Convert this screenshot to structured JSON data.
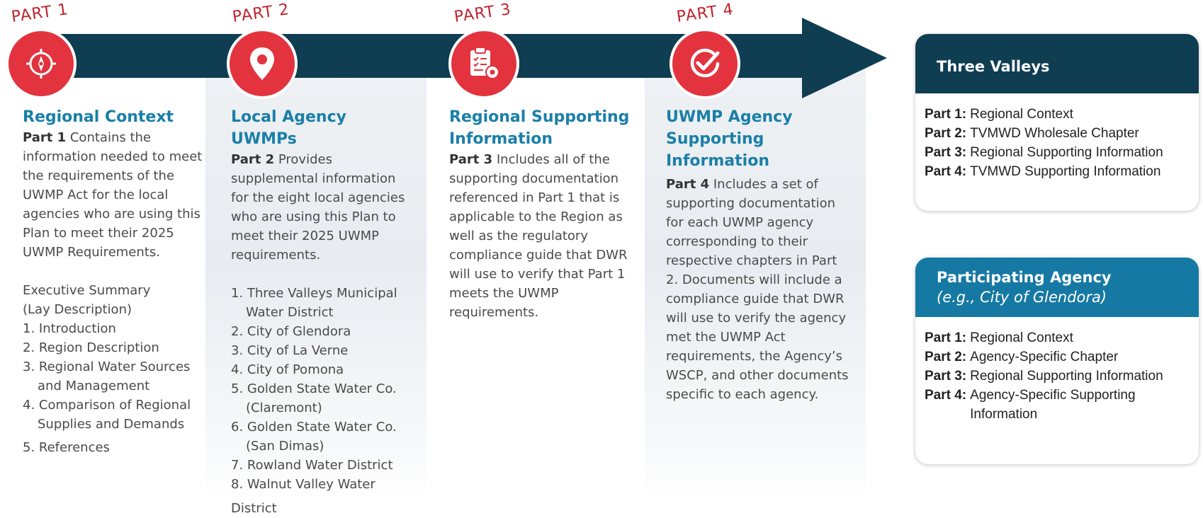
{
  "colors": {
    "arrow": "#0f3d52",
    "circle": "#e2333e",
    "title": "#1a7fa8",
    "label": "#c0232f",
    "box_head_1": "#0f3d52",
    "box_head_2": "#1679a3"
  },
  "parts": [
    {
      "label": "PART 1",
      "icon": "compass-icon",
      "title": "Regional Context",
      "lead": "Part 1",
      "text": " Contains the information needed to meet the requirements of the UWMP Act for the local agencies who are using this Plan to meet their 2025 UWMP Requirements.",
      "list_intro": [
        "Executive Summary",
        "(Lay Description)"
      ],
      "items": [
        "1. Introduction",
        "2. Region Description",
        "3. Regional Water Sources and Management",
        "4. Comparison of Regional Supplies and Demands",
        "5. References"
      ]
    },
    {
      "label": "PART 2",
      "icon": "location-pin-icon",
      "title": "Local Agency UWMPs",
      "lead": "Part 2",
      "text": " Provides supplemental information for the eight local agencies who are using this Plan to meet their 2025 UWMP requirements.",
      "items": [
        "1. Three Valleys Municipal Water District",
        "2. City of Glendora",
        "3. City of La Verne",
        "4. City of Pomona",
        "5. Golden State Water Co. (Claremont)",
        "6. Golden State Water Co. (San Dimas)",
        "7. Rowland Water District",
        "8. Walnut Valley Water"
      ],
      "items_tail": "District"
    },
    {
      "label": "PART 3",
      "icon": "clipboard-gear-icon",
      "title": "Regional Supporting Information",
      "lead": "Part 3",
      "text": " Includes all of the supporting documentation referenced in Part 1 that is applicable to the Region as well as the regulatory compliance guide that DWR will use to verify that Part 1 meets the UWMP requirements."
    },
    {
      "label": "PART 4",
      "icon": "checkmark-icon",
      "title": "UWMP Agency Supporting Information",
      "lead": "Part 4",
      "text": " Includes a set of supporting documentation for each UWMP agency corresponding to their respective chapters in Part 2. Documents will include a compliance guide that DWR will use to verify the agency met the UWMP Act requirements, the Agency’s WSCP, and other documents specific to each agency."
    }
  ],
  "boxes": [
    {
      "title": "Three Valleys",
      "rows": [
        {
          "k": "Part 1:",
          "v": "Regional Context"
        },
        {
          "k": "Part 2:",
          "v": "TVMWD Wholesale Chapter"
        },
        {
          "k": "Part 3:",
          "v": "Regional Supporting Information"
        },
        {
          "k": "Part 4:",
          "v": "TVMWD Supporting Information"
        }
      ]
    },
    {
      "title": "Participating Agency",
      "subtitle": "(e.g., City of Glendora)",
      "rows": [
        {
          "k": "Part 1:",
          "v": "Regional Context"
        },
        {
          "k": "Part 2:",
          "v": "Agency-Specific Chapter"
        },
        {
          "k": "Part 3:",
          "v": "Regional Supporting Information"
        },
        {
          "k": "Part 4:",
          "v": "Agency-Specific Supporting Information"
        }
      ]
    }
  ]
}
